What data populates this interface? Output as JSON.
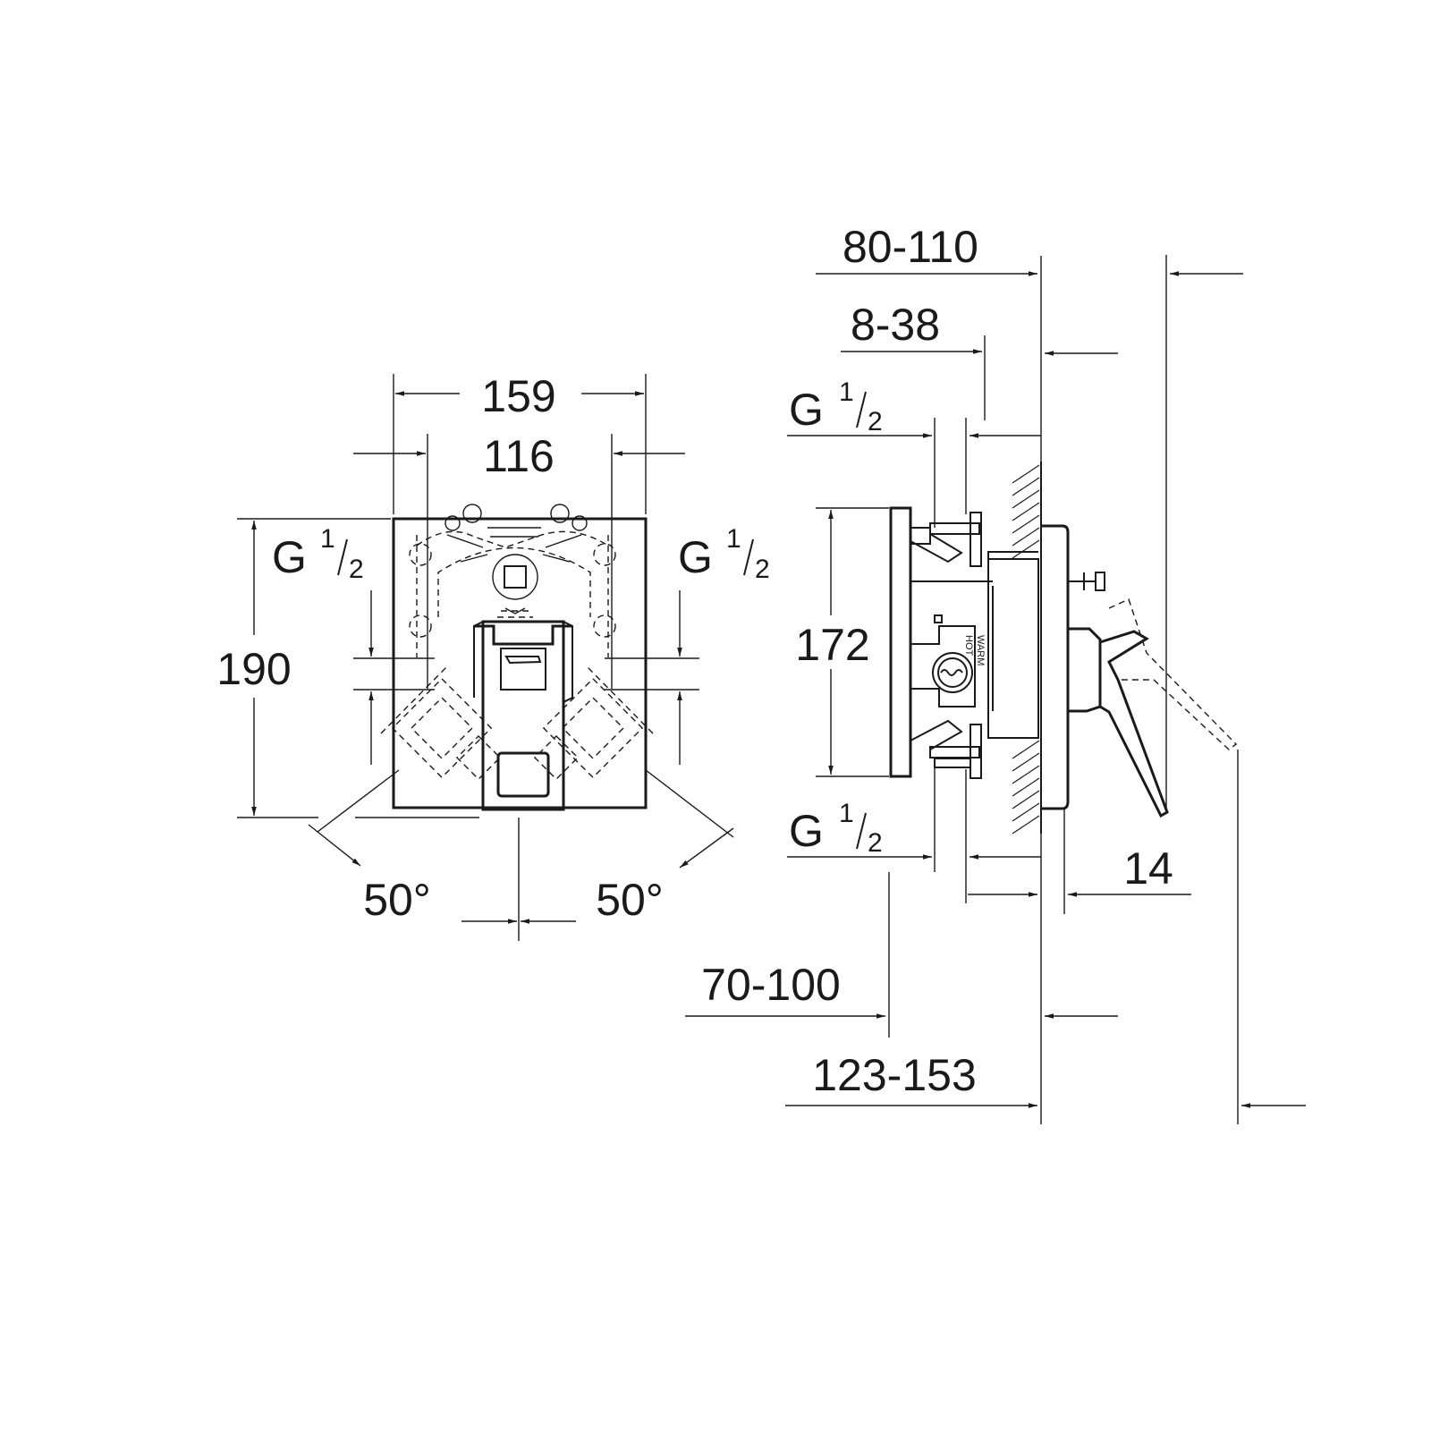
{
  "front_view": {
    "width_outer": "159",
    "width_inner": "116",
    "height": "190",
    "thread_left": {
      "base": "G",
      "num": "1",
      "den": "2"
    },
    "thread_right": {
      "base": "G",
      "num": "1",
      "den": "2"
    },
    "angle_left": "50°",
    "angle_right": "50°"
  },
  "side_view": {
    "depth_range": "80-110",
    "box_depth": "8-38",
    "thread_top": {
      "base": "G",
      "num": "1",
      "den": "2"
    },
    "thread_bottom": {
      "base": "G",
      "num": "1",
      "den": "2"
    },
    "height": "172",
    "plate_thickness": "14",
    "inner_range": "70-100",
    "total_range": "123-153",
    "label_warm": "WARM",
    "label_hot": "HOT"
  }
}
